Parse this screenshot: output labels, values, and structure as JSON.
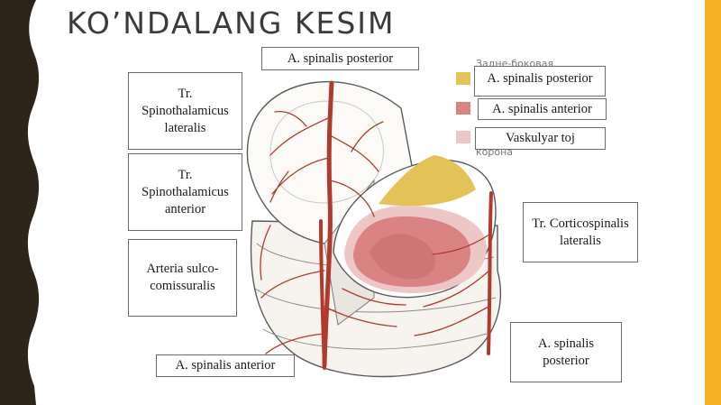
{
  "slide": {
    "title": "KO’NDALANG KESIM"
  },
  "labels": {
    "top_posterior": "A. spinalis posterior",
    "spinothalamicus_lateralis": "Tr. Spinothalamicus lateralis",
    "spinothalamicus_anterior": "Tr. Spinothalamicus anterior",
    "sulcocommissural": "Arteria sulco-comissuralis",
    "bottom_anterior": "A. spinalis anterior",
    "corticospinalis_lateralis": "Tr. Corticospinalis lateralis",
    "right_posterior": "A. spinalis posterior"
  },
  "legend": {
    "items": [
      {
        "label": "A. spinalis posterior",
        "color": "#e3c257"
      },
      {
        "label": "A. spinalis anterior",
        "color": "#d98383"
      },
      {
        "label": "Vaskulyar toj",
        "color": "#edc6c6"
      }
    ]
  },
  "background_text": {
    "legend_heading": "Задне-боковая",
    "corona": "корона"
  },
  "colors": {
    "accent_left": "#2e2419",
    "accent_right": "#f5b323",
    "artery": "#b13a2e"
  }
}
